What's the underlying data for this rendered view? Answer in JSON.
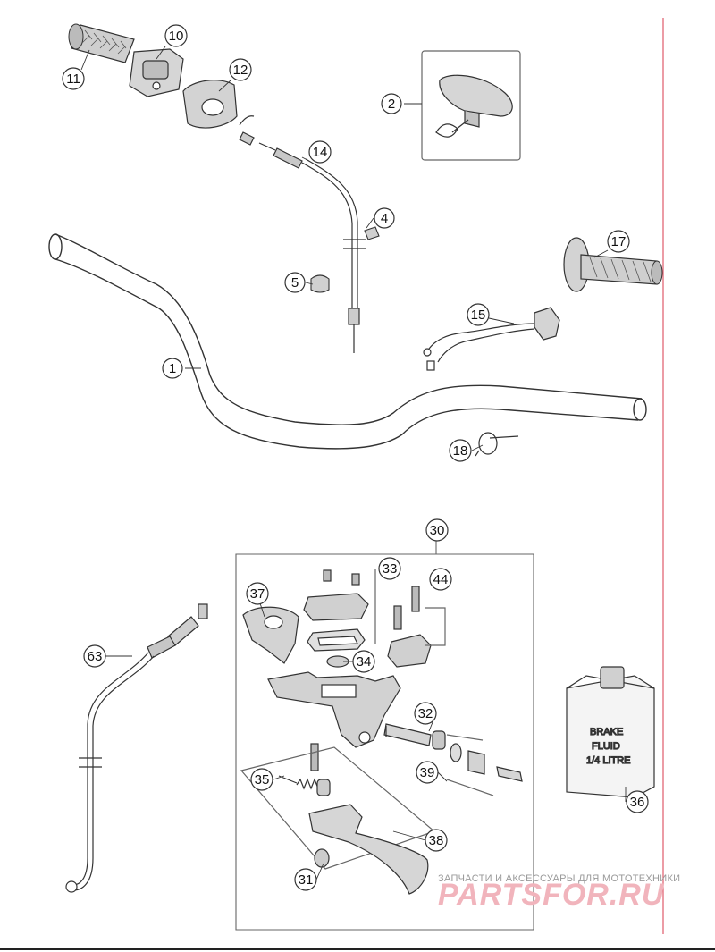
{
  "diagram": {
    "callouts": [
      {
        "id": "c1",
        "label": "1"
      },
      {
        "id": "c2",
        "label": "2"
      },
      {
        "id": "c4",
        "label": "4"
      },
      {
        "id": "c5",
        "label": "5"
      },
      {
        "id": "c10",
        "label": "10"
      },
      {
        "id": "c11",
        "label": "11"
      },
      {
        "id": "c12",
        "label": "12"
      },
      {
        "id": "c14",
        "label": "14"
      },
      {
        "id": "c15",
        "label": "15"
      },
      {
        "id": "c17",
        "label": "17"
      },
      {
        "id": "c18",
        "label": "18"
      },
      {
        "id": "c30",
        "label": "30"
      },
      {
        "id": "c31",
        "label": "31"
      },
      {
        "id": "c32",
        "label": "32"
      },
      {
        "id": "c33",
        "label": "33"
      },
      {
        "id": "c34",
        "label": "34"
      },
      {
        "id": "c35",
        "label": "35"
      },
      {
        "id": "c36",
        "label": "36"
      },
      {
        "id": "c37",
        "label": "37"
      },
      {
        "id": "c38",
        "label": "38"
      },
      {
        "id": "c39",
        "label": "39"
      },
      {
        "id": "c44",
        "label": "44"
      },
      {
        "id": "c63",
        "label": "63"
      }
    ],
    "brake_fluid_label": [
      "BRAKE",
      "FLUID",
      "1/4 LITRE"
    ]
  },
  "watermark": {
    "tagline": "ЗАПЧАСТИ И АКСЕССУАРЫ ДЛЯ МОТОТЕХНИКИ",
    "brand": "PARTSFOR.RU"
  },
  "colors": {
    "line": "#333333",
    "part_fill": "#d9d9d9",
    "margin_rule": "#e05a6a",
    "watermark": "#f1b4bc"
  }
}
